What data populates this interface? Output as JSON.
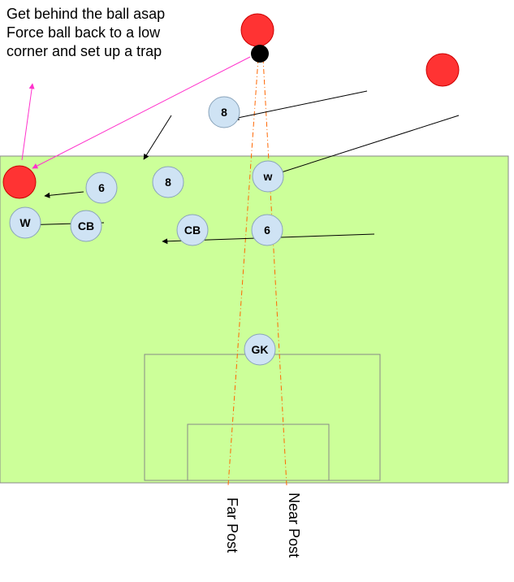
{
  "notes": [
    "Get behind the ball asap",
    "Force ball back to a low",
    "corner and set up a trap"
  ],
  "posts": {
    "far": "Far Post",
    "near": "Near Post"
  },
  "players": {
    "p8_top": "8",
    "p8": "8",
    "w_right": "w",
    "w_left": "W",
    "p6_left": "6",
    "p6_right": "6",
    "cb_left": "CB",
    "cb_right": "CB",
    "gk": "GK"
  },
  "colors": {
    "pitch": "#ccff99",
    "player_fill": "#cfe3f4",
    "opponent": "#ff3333",
    "ball": "#000000",
    "post_line": "#ff6600",
    "pressure_line": "#ff33cc"
  }
}
